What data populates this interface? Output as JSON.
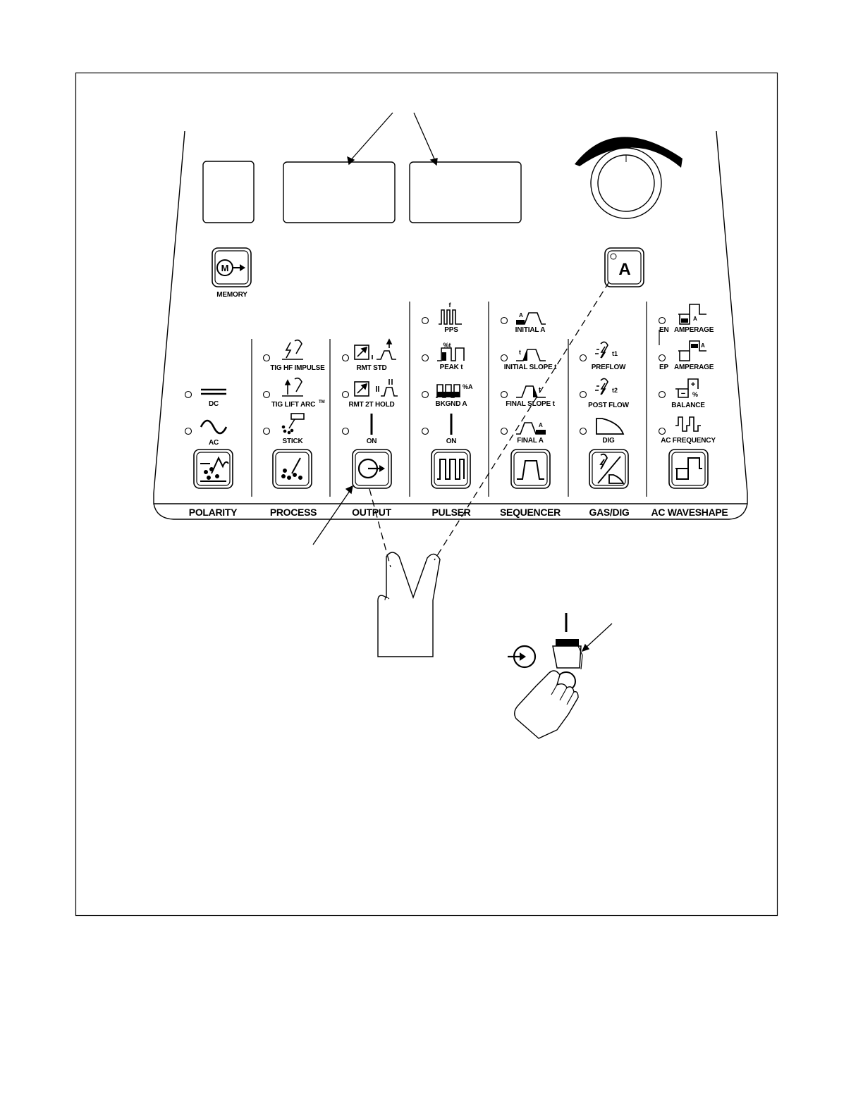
{
  "panel": {
    "memory_label": "MEMORY",
    "a_button_label": "A",
    "m_symbol": "M"
  },
  "sections": {
    "polarity": "POLARITY",
    "process": "PROCESS",
    "output": "OUTPUT",
    "pulser": "PULSER",
    "sequencer": "SEQUENCER",
    "gas_dig": "GAS/DIG",
    "ac_waveshape": "AC WAVESHAPE"
  },
  "polarity": {
    "dc": "DC",
    "ac": "AC"
  },
  "process": {
    "tig_hf": "TIG HF IMPULSE",
    "tig_lift": "TIG LIFT ARC",
    "tm": "TM",
    "stick": "STICK"
  },
  "output": {
    "rmt_std": "RMT STD",
    "rmt_2t": "RMT 2T HOLD",
    "on": "ON"
  },
  "pulser": {
    "pps": "PPS",
    "peak": "PEAK t",
    "bkgnd": "BKGND A",
    "on": "ON"
  },
  "sequencer": {
    "initial_a": "INITIAL A",
    "initial_slope": "INITIAL SLOPE t",
    "final_slope": "FINAL SLOPE t",
    "final_a": "FINAL A"
  },
  "gas_dig": {
    "preflow": "PREFLOW",
    "postflow": "POST FLOW",
    "dig": "DIG",
    "t1": "t1",
    "t2": "t2"
  },
  "ac_waveshape": {
    "en_prefix": "EN",
    "en_amperage": "AMPERAGE",
    "ep_prefix": "EP",
    "ep_amperage": "AMPERAGE",
    "balance": "BALANCE",
    "ac_frequency": "AC FREQUENCY"
  },
  "icon_marks": {
    "f": "f",
    "pct_t": "%t",
    "pct_a": "%A",
    "pct": "%",
    "a": "A",
    "t": "t",
    "plus": "+",
    "minus": "−"
  },
  "icons": [
    "memory-icon",
    "output-icon",
    "polarity-icon",
    "process-icon",
    "pulser-icon",
    "sequencer-icon",
    "gas-dig-icon",
    "ac-waveshape-icon",
    "hand-two-fingers-icon",
    "hand-press-icon",
    "power-switch-icon"
  ]
}
